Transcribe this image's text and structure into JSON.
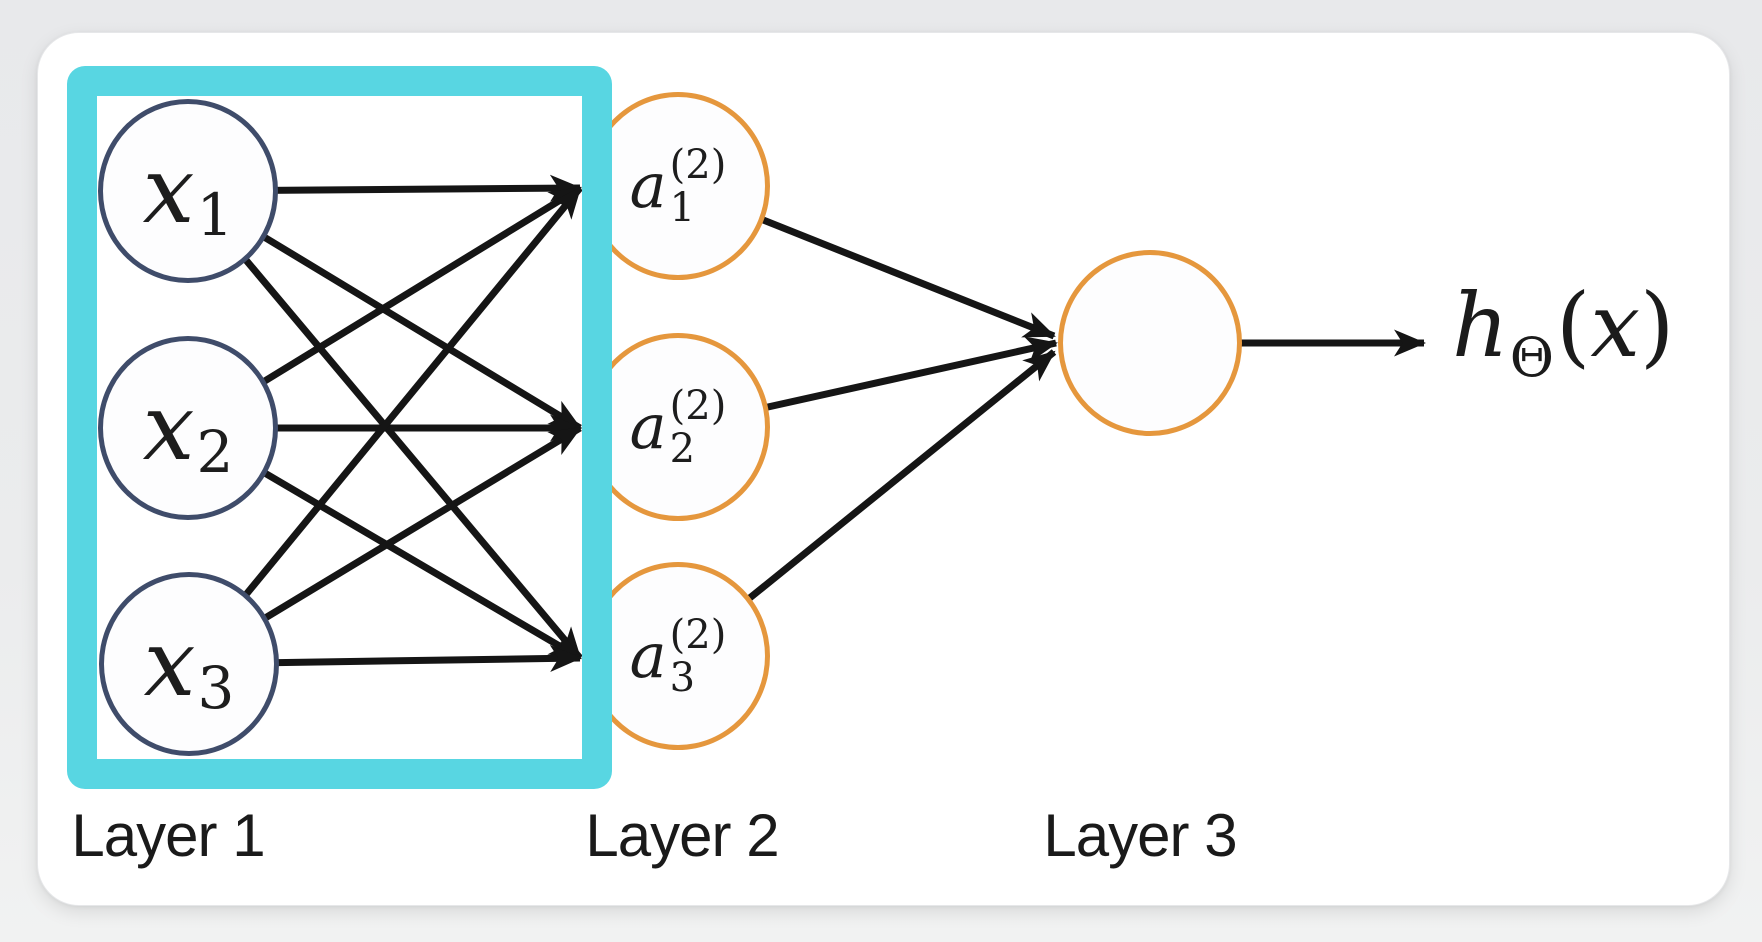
{
  "diagram": {
    "layer_captions": [
      "Layer 1",
      "Layer 2",
      "Layer 3"
    ],
    "input_nodes": [
      {
        "base": "x",
        "sub": "1"
      },
      {
        "base": "x",
        "sub": "2"
      },
      {
        "base": "x",
        "sub": "3"
      }
    ],
    "hidden_nodes": [
      {
        "base": "a",
        "sup": "(2)",
        "sub": "1"
      },
      {
        "base": "a",
        "sup": "(2)",
        "sub": "2"
      },
      {
        "base": "a",
        "sup": "(2)",
        "sub": "3"
      }
    ],
    "output_formula": {
      "base": "h",
      "sub": "Θ",
      "open": "(",
      "var": "x",
      "close": ")"
    },
    "colors": {
      "highlight": "#58d6e2",
      "input_border": "#3f4c6a",
      "hidden_border": "#e5973d",
      "arrow": "#151515"
    }
  }
}
